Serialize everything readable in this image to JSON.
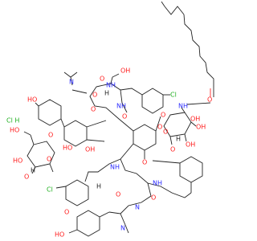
{
  "salt_label": "Cl H",
  "atoms": {
    "cl_top": "Cl",
    "cl_mid": "Cl",
    "amine_n": "N",
    "n_me": "N",
    "nh_1": "NH",
    "nh_2": "NH",
    "nh_3": "NH",
    "nh_4": "NH",
    "nh_5": "NH",
    "nh_6": "N",
    "n_bottom": "N",
    "ho_1": "HO",
    "ho_2": "HO",
    "ho_3": "HO",
    "ho_4": "HO",
    "oh_1": "OH",
    "oh_2": "OH",
    "oh_3": "OH",
    "oh_4": "OH",
    "oh_5": "OH",
    "o_1": "O",
    "o_2": "O",
    "o_3": "O",
    "o_4": "O",
    "o_5": "O",
    "o_6": "O",
    "o_7": "O",
    "o_8": "O",
    "o_9": "O",
    "o_10": "O",
    "o_11": "O",
    "o_12": "O",
    "o_13": "O",
    "o_14": "O",
    "o_15": "O",
    "o_16": "O",
    "h_1": "H",
    "h_2": "H",
    "h_3": "H",
    "h_4": "H"
  }
}
